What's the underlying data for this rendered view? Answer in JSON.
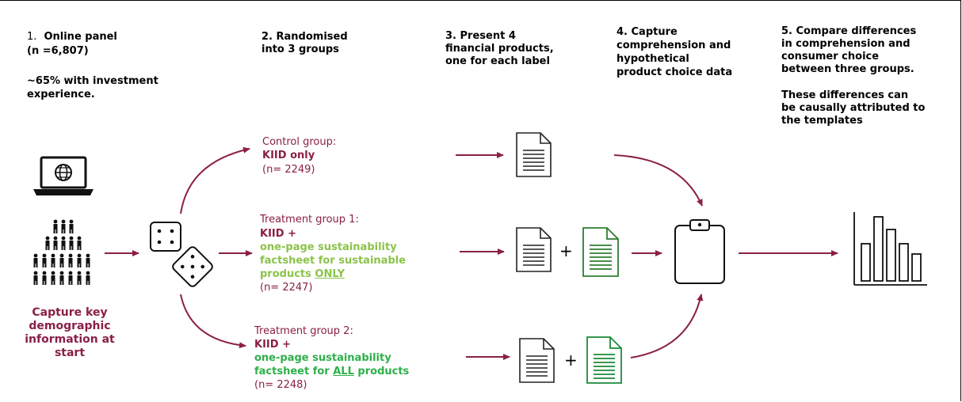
{
  "steps": {
    "s1": {
      "num": "1.",
      "title": "Online panel",
      "n": "(n =6,807)",
      "note_line1": "~65% with investment",
      "note_line2": "experience."
    },
    "s2": {
      "line1": "2. Randomised",
      "line2": "into 3 groups"
    },
    "s3": {
      "line1": "3. Present 4",
      "line2": "financial products,",
      "line3": "one for each label"
    },
    "s4": {
      "line1": "4. Capture",
      "line2": "comprehension and",
      "line3": "hypothetical",
      "line4": "product choice data"
    },
    "s5": {
      "line1": "5. Compare differences",
      "line2": "in comprehension and",
      "line3": "consumer choice",
      "line4": "between three groups.",
      "line5": "These differences can",
      "line6": "be causally attributed to",
      "line7": "the templates"
    }
  },
  "capture": {
    "line1": "Capture key",
    "line2": "demographic",
    "line3": "information at",
    "line4": "start"
  },
  "groups": {
    "control": {
      "label": "Control group:",
      "kiid": "KIID only",
      "n": "(n= 2249)"
    },
    "t1": {
      "label": "Treatment group 1:",
      "kiid": "KIID +",
      "l1": "one-page sustainability",
      "l2": "factsheet for sustainable",
      "l3_pre": "products ",
      "l3_u": "ONLY",
      "n": "(n= 2247)"
    },
    "t2": {
      "label": "Treatment group 2:",
      "kiid": "KIID +",
      "l1": "one-page sustainability",
      "l2_pre": "factsheet for ",
      "l2_u": "ALL",
      "l2_post": " products",
      "n": "(n= 2248)"
    }
  },
  "plus": "+",
  "colors": {
    "maroon": "#8a1f47",
    "light_green": "#8bc34a",
    "dark_green": "#2eb04a"
  },
  "icons": [
    "laptop-globe-icon",
    "people-pyramid-icon",
    "dice-icon",
    "document-icon",
    "green-factsheet-icon",
    "clipboard-icon",
    "bar-chart-icon"
  ]
}
